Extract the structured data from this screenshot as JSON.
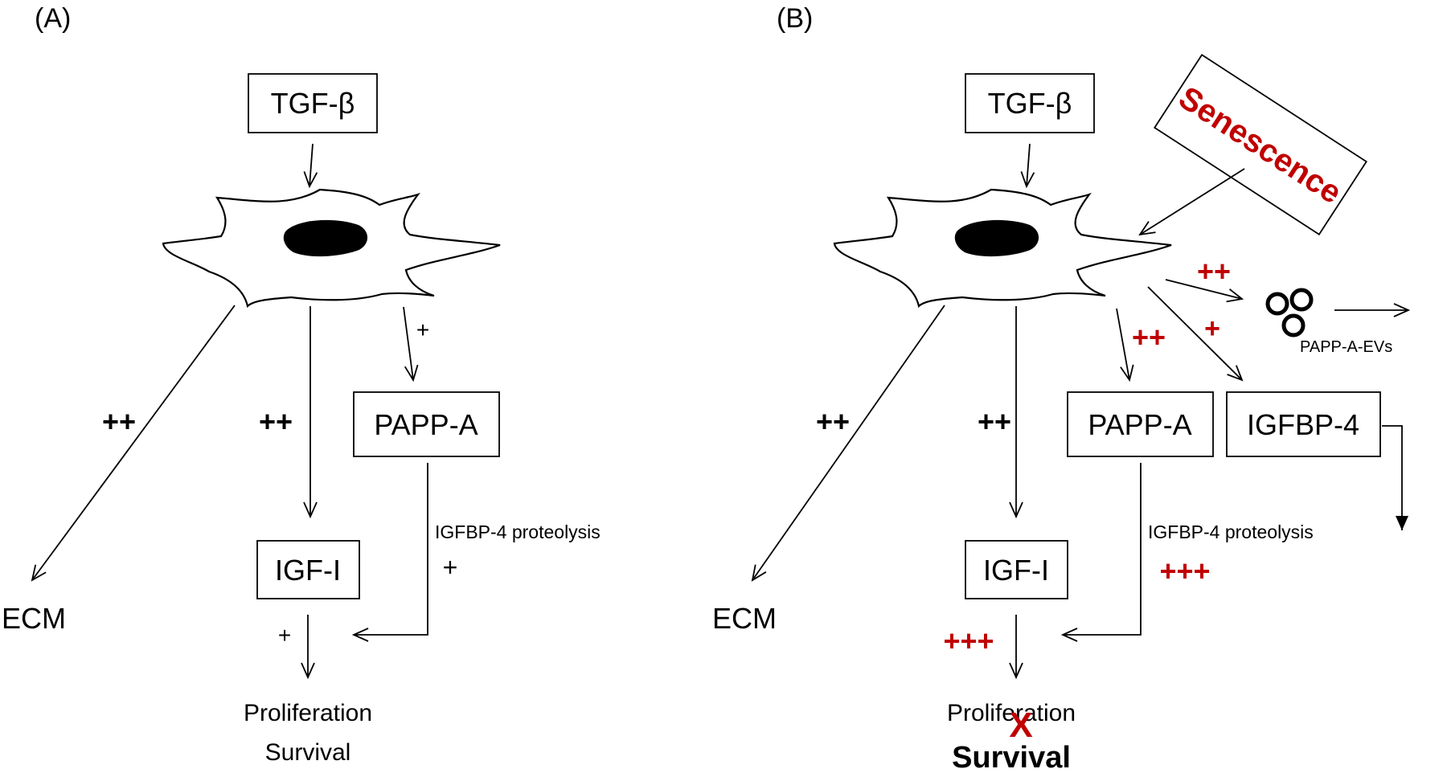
{
  "panel_a": {
    "panel_label": "(A)",
    "tgf_label": "TGF-β",
    "pappa_label": "PAPP-A",
    "igf_label": "IGF-I",
    "ecm_label": "ECM",
    "ecm_sign": "++",
    "igf_sign": "++",
    "pappa_sign": "+",
    "proteolysis_label": "IGFBP-4 proteolysis",
    "proteolysis_sign": "+",
    "igf_out_sign": "+",
    "outcome_proliferation": "Proliferation",
    "outcome_survival": "Survival"
  },
  "panel_b": {
    "panel_label": "(B)",
    "tgf_label": "TGF-β",
    "senescence_label": "Senescence",
    "pappa_label": "PAPP-A",
    "igfbp4_label": "IGFBP-4",
    "igf_label": "IGF-I",
    "ecm_label": "ECM",
    "ecm_sign": "++",
    "igf_sign": "++",
    "pappa_sign": "++",
    "igfbp4_sign": "+",
    "ev_sign": "++",
    "ev_label": "PAPP-A-EVs",
    "proteolysis_label": "IGFBP-4 proteolysis",
    "proteolysis_sign": "+++",
    "igf_out_sign": "+++",
    "outcome_proliferation": "Proliferation",
    "outcome_cross": "X",
    "outcome_survival": "Survival"
  },
  "colors": {
    "emphasis_red": "#c00000",
    "ink": "#000000"
  }
}
